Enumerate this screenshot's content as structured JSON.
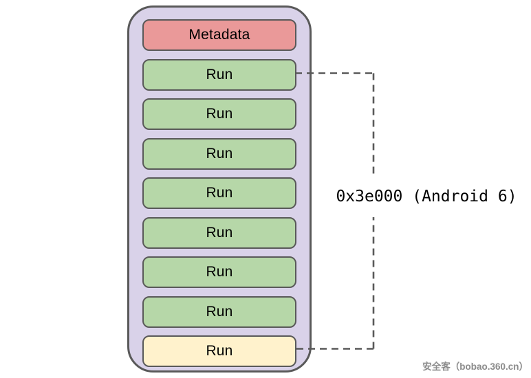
{
  "diagram": {
    "description": "ART oat/vdex memory layout diagram: container of runs",
    "boxes": [
      {
        "label": "Metadata",
        "fill": "#ea9999"
      },
      {
        "label": "Run",
        "fill": "#b6d7a8"
      },
      {
        "label": "Run",
        "fill": "#b6d7a8"
      },
      {
        "label": "Run",
        "fill": "#b6d7a8"
      },
      {
        "label": "Run",
        "fill": "#b6d7a8"
      },
      {
        "label": "Run",
        "fill": "#b6d7a8"
      },
      {
        "label": "Run",
        "fill": "#b6d7a8"
      },
      {
        "label": "Run",
        "fill": "#b6d7a8"
      },
      {
        "label": "Run",
        "fill": "#fff2cc"
      }
    ],
    "container": {
      "fill": "#d9d2e9"
    },
    "annotation": {
      "label": "0x3e000 (Android 6)"
    },
    "colors": {
      "border": "#595959",
      "dash": "#595959",
      "metadata_fill": "#ea9999",
      "run_fill": "#b6d7a8",
      "last_run_fill": "#fff2cc",
      "container_fill": "#d9d2e9"
    }
  },
  "watermark": {
    "text": "安全客（bobao.360.cn）"
  }
}
